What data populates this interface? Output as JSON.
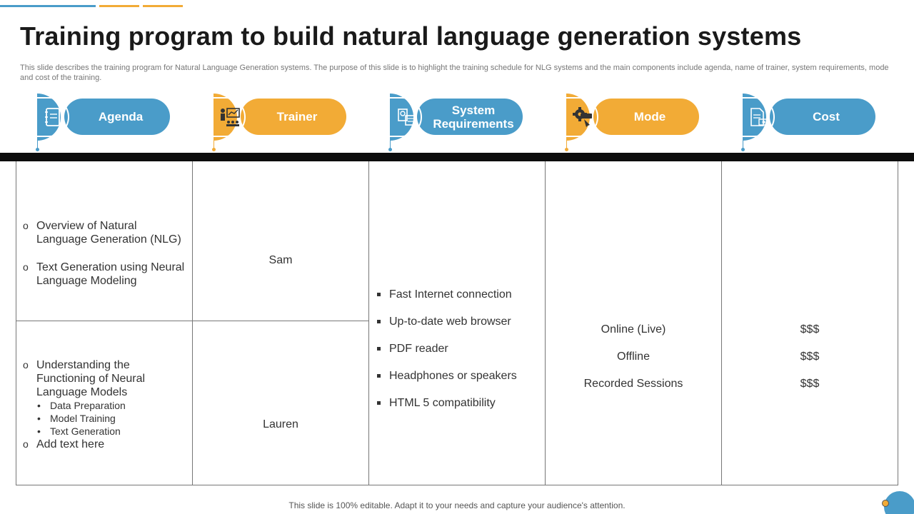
{
  "title": "Training program to build natural language generation systems",
  "subtitle": "This slide describes the training program for Natural Language Generation systems. The purpose of this slide is to highlight the training schedule for NLG systems and the main components include agenda, name of trainer, system requirements, mode and cost of the training.",
  "headers": [
    {
      "label": "Agenda",
      "icon": "notebook-icon"
    },
    {
      "label": "Trainer",
      "icon": "presenter-icon"
    },
    {
      "label": "System Requirements",
      "icon": "computer-icon"
    },
    {
      "label": "Mode",
      "icon": "gear-cursor-icon"
    },
    {
      "label": "Cost",
      "icon": "document-money-icon"
    }
  ],
  "rows": [
    {
      "agenda": [
        "Overview of Natural Language Generation (NLG)",
        "Text Generation using Neural Language Modeling"
      ],
      "trainer": "Sam"
    },
    {
      "agenda_main": "Understanding the Functioning of Neural Language Models",
      "agenda_sub": [
        "Data Preparation",
        "Model Training",
        "Text Generation"
      ],
      "agenda_extra": "Add text here",
      "trainer": "Lauren"
    }
  ],
  "system_requirements": [
    "Fast Internet  connection",
    "Up-to-date web browser",
    "PDF reader",
    "Headphones or speakers",
    "HTML 5 compatibility"
  ],
  "modes": [
    "Online (Live)",
    "Offline",
    "Recorded Sessions"
  ],
  "costs": [
    "$$$",
    "$$$",
    "$$$"
  ],
  "footer": "This slide is 100% editable. Adapt it to your needs and capture your audience's attention.",
  "colors": {
    "blue": "#4a9cc9",
    "yellow": "#f2ab36",
    "band": "#0d0d0d"
  }
}
